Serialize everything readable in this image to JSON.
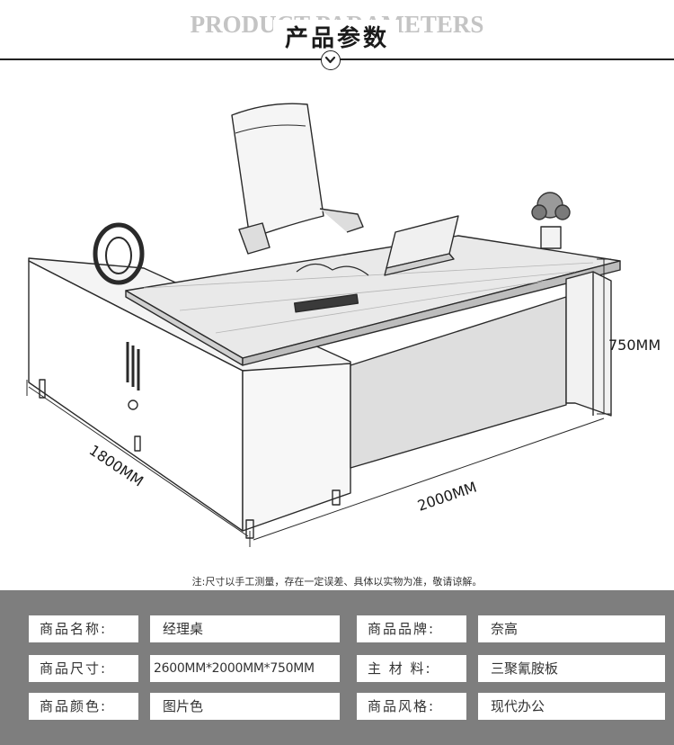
{
  "header": {
    "title_en": "PRODUCT PARAMETERS",
    "title_cn": "产品参数",
    "divider_icon": "chevron-down-circle-icon"
  },
  "dimensions": {
    "depth_label": "1800MM",
    "width_label": "2000MM",
    "height_label": "750MM"
  },
  "note": "注:尺寸以手工测量，存在一定误差、具体以实物为准，敬请谅解。",
  "params": {
    "rows": [
      {
        "label_left": "商品名称:",
        "value_left": "经理桌",
        "label_right": "商品品牌:",
        "value_right": "奈高"
      },
      {
        "label_left": "商品尺寸:",
        "value_left": "2600MM*2000MM*750MM",
        "label_right": "主 材 料:",
        "value_right": "三聚氰胺板"
      },
      {
        "label_left": "商品颜色:",
        "value_left": "图片色",
        "label_right": "商品风格:",
        "value_right": "现代办公"
      }
    ]
  }
}
